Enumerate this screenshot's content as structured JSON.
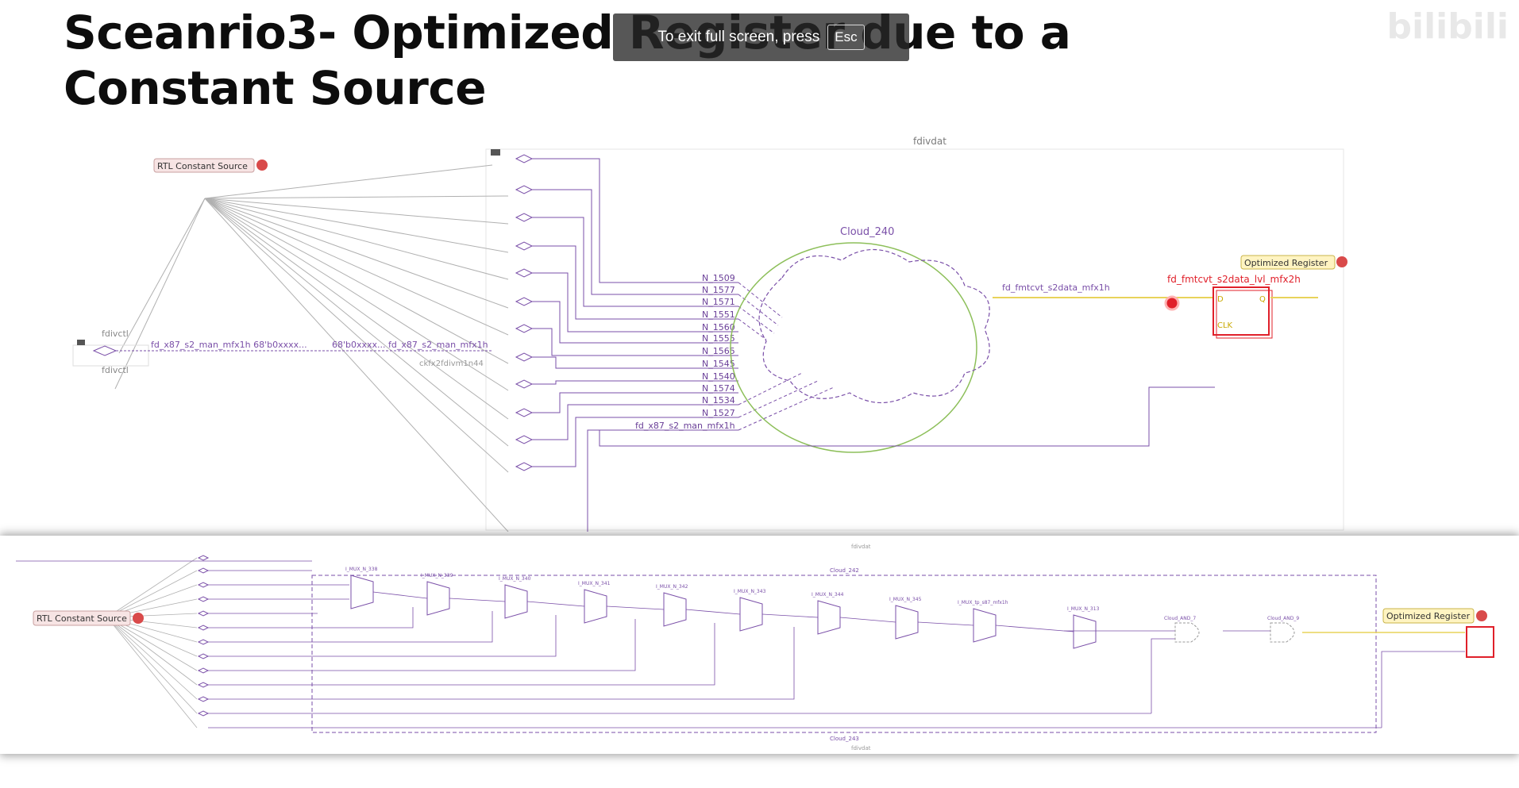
{
  "slide": {
    "title": "Sceanrio3- Optimized Register due to a Constant Source"
  },
  "fullscreen_toast": {
    "message": "To exit full screen, press",
    "key": "Esc"
  },
  "top_schematic": {
    "frame_label": "fdivdat",
    "constant_source_label": "RTL Constant Source",
    "optimized_register_label": "Optimized Register",
    "cloud_label": "Cloud_240",
    "register_instance": "fd_fmtcvt_s2data_lvl_mfx2h",
    "cloud_output_net": "fd_fmtcvt_s2data_mfx1h",
    "register_pins": {
      "d": "D",
      "q": "Q",
      "clk": "CLK"
    },
    "left_port_top": "fdivctl",
    "left_port_bottom": "fdivctl",
    "input_net": "fd_x87_s2_man_mfx1h 68'b0xxxx...",
    "input_net_2": "68'b0xxxx... fd_x87_s2_man_mfx1h",
    "lower_net": "fd_x87_s2_man_mfx1h",
    "bus_instance": "ckfx2fdivm1n44",
    "nets": [
      "N_1509",
      "N_1577",
      "N_1571",
      "N_1551",
      "N_1560",
      "N_1555",
      "N_1565",
      "N_1545",
      "N_1540",
      "N_1574",
      "N_1534",
      "N_1527"
    ],
    "accent_red": "#e0202a",
    "wire_purple": "#7a4fa8",
    "cloud_green": "#8dbf5a",
    "highlight_yellow": "#f4e79a"
  },
  "bottom_schematic": {
    "constant_source_label": "RTL Constant Source",
    "optimized_register_label": "Optimized Register",
    "cloud_top_label": "Cloud_242",
    "cloud_bottom_label": "Cloud_243",
    "frame_label_top": "fdivdat",
    "frame_label_bottom": "fdivdat",
    "mux_labels": [
      "I_MUX_N_338",
      "I_MUX_N_339",
      "I_MUX_N_340",
      "I_MUX_N_341",
      "I_MUX_N_342",
      "I_MUX_N_343",
      "I_MUX_N_344",
      "I_MUX_N_345",
      "I_MUX_tp_s87_mfx1h",
      "I_MUX_N_313"
    ],
    "and_labels": [
      "Cloud_AND_7",
      "Cloud_AND_9"
    ]
  }
}
